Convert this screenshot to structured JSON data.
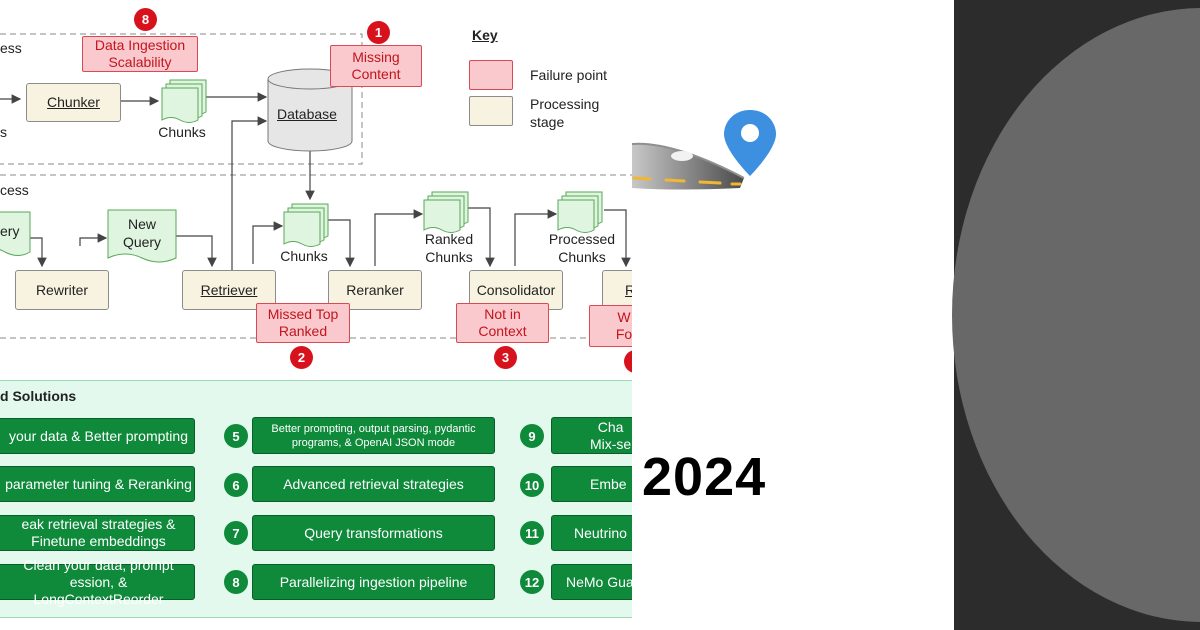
{
  "diagram": {
    "indexing_label": "ess",
    "query_label": "cess",
    "left_edge_label": "s",
    "query_input": "ery",
    "key": {
      "title": "Key",
      "failure": "Failure point",
      "processing": "Processing\nstage",
      "failure_color": "#f9c9ce",
      "processing_color": "#f8f3e0"
    },
    "stages": {
      "chunker": "Chunker",
      "database": "Database",
      "rewriter": "Rewriter",
      "retriever": "Retriever",
      "reranker": "Reranker",
      "consolidator": "Consolidator",
      "reader_partial": "R"
    },
    "docs": {
      "chunks_top": "Chunks",
      "new_query": "New\nQuery",
      "chunks_mid": "Chunks",
      "ranked_chunks": "Ranked\nChunks",
      "processed_chunks": "Processed\nChunks"
    },
    "failures": [
      {
        "num": "8",
        "text": "Data Ingestion\nScalability"
      },
      {
        "num": "1",
        "text": "Missing\nContent"
      },
      {
        "num": "2",
        "text": "Missed Top\nRanked"
      },
      {
        "num": "3",
        "text": "Not in\nContext"
      },
      {
        "num": "",
        "text": "W\nFo"
      }
    ]
  },
  "solutions": {
    "title": "d Solutions",
    "items": [
      {
        "num": "",
        "text": " your data & Better prompting"
      },
      {
        "num": "",
        "text": "parameter tuning & Reranking"
      },
      {
        "num": "",
        "text": "eak retrieval strategies &\n Finetune embeddings"
      },
      {
        "num": "",
        "text": "Clean your data, prompt\nession, & LongContextReorder"
      },
      {
        "num": "5",
        "text": "Better prompting, output parsing, pydantic\nprograms, & OpenAI JSON mode"
      },
      {
        "num": "6",
        "text": "Advanced retrieval strategies"
      },
      {
        "num": "7",
        "text": "Query transformations"
      },
      {
        "num": "8",
        "text": "Parallelizing ingestion pipeline"
      },
      {
        "num": "9",
        "text": "Cha\nMix-se"
      },
      {
        "num": "10",
        "text": "Embe"
      },
      {
        "num": "11",
        "text": "Neutrino"
      },
      {
        "num": "12",
        "text": "NeMo Gua"
      }
    ]
  },
  "banner": {
    "year": "2024",
    "pin_color": "#3d8fe0"
  }
}
